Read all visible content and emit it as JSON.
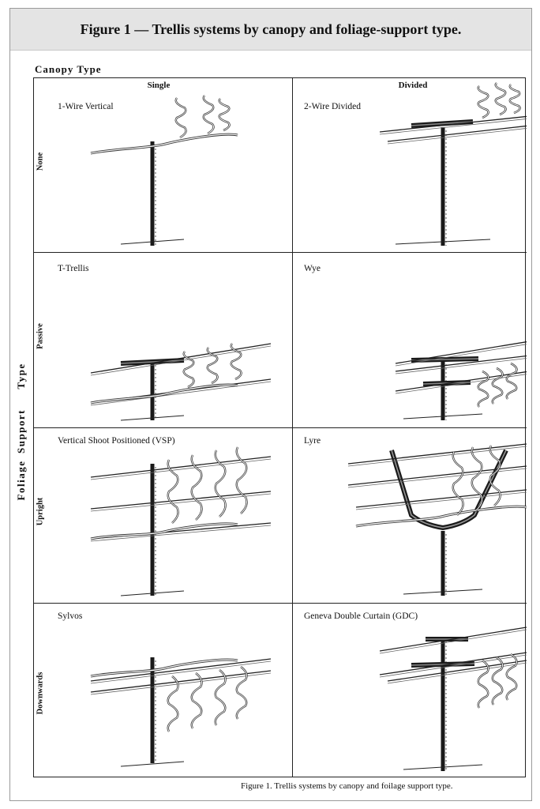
{
  "figure_title": "Figure 1 — Trellis systems by canopy and foliage-support type.",
  "canopy_heading": "Canopy Type",
  "columns": [
    "Single",
    "Divided"
  ],
  "foliage_axis": {
    "word1": "Foliage",
    "word2": "Support",
    "word3": "Type"
  },
  "rows": [
    "None",
    "Passive",
    "Upright",
    "Downwards"
  ],
  "cells": [
    {
      "label": "1-Wire Vertical",
      "kind": "one-wire"
    },
    {
      "label": "2-Wire Divided",
      "kind": "two-wire"
    },
    {
      "label": "T-Trellis",
      "kind": "t-trellis"
    },
    {
      "label": "Wye",
      "kind": "wye"
    },
    {
      "label": "Vertical Shoot Positioned (VSP)",
      "kind": "vsp"
    },
    {
      "label": "Lyre",
      "kind": "lyre"
    },
    {
      "label": "Sylvos",
      "kind": "sylvos"
    },
    {
      "label": "Geneva Double Curtain (GDC)",
      "kind": "gdc"
    }
  ],
  "caption": "Figure 1.  Trellis systems by canopy and foilage support type."
}
